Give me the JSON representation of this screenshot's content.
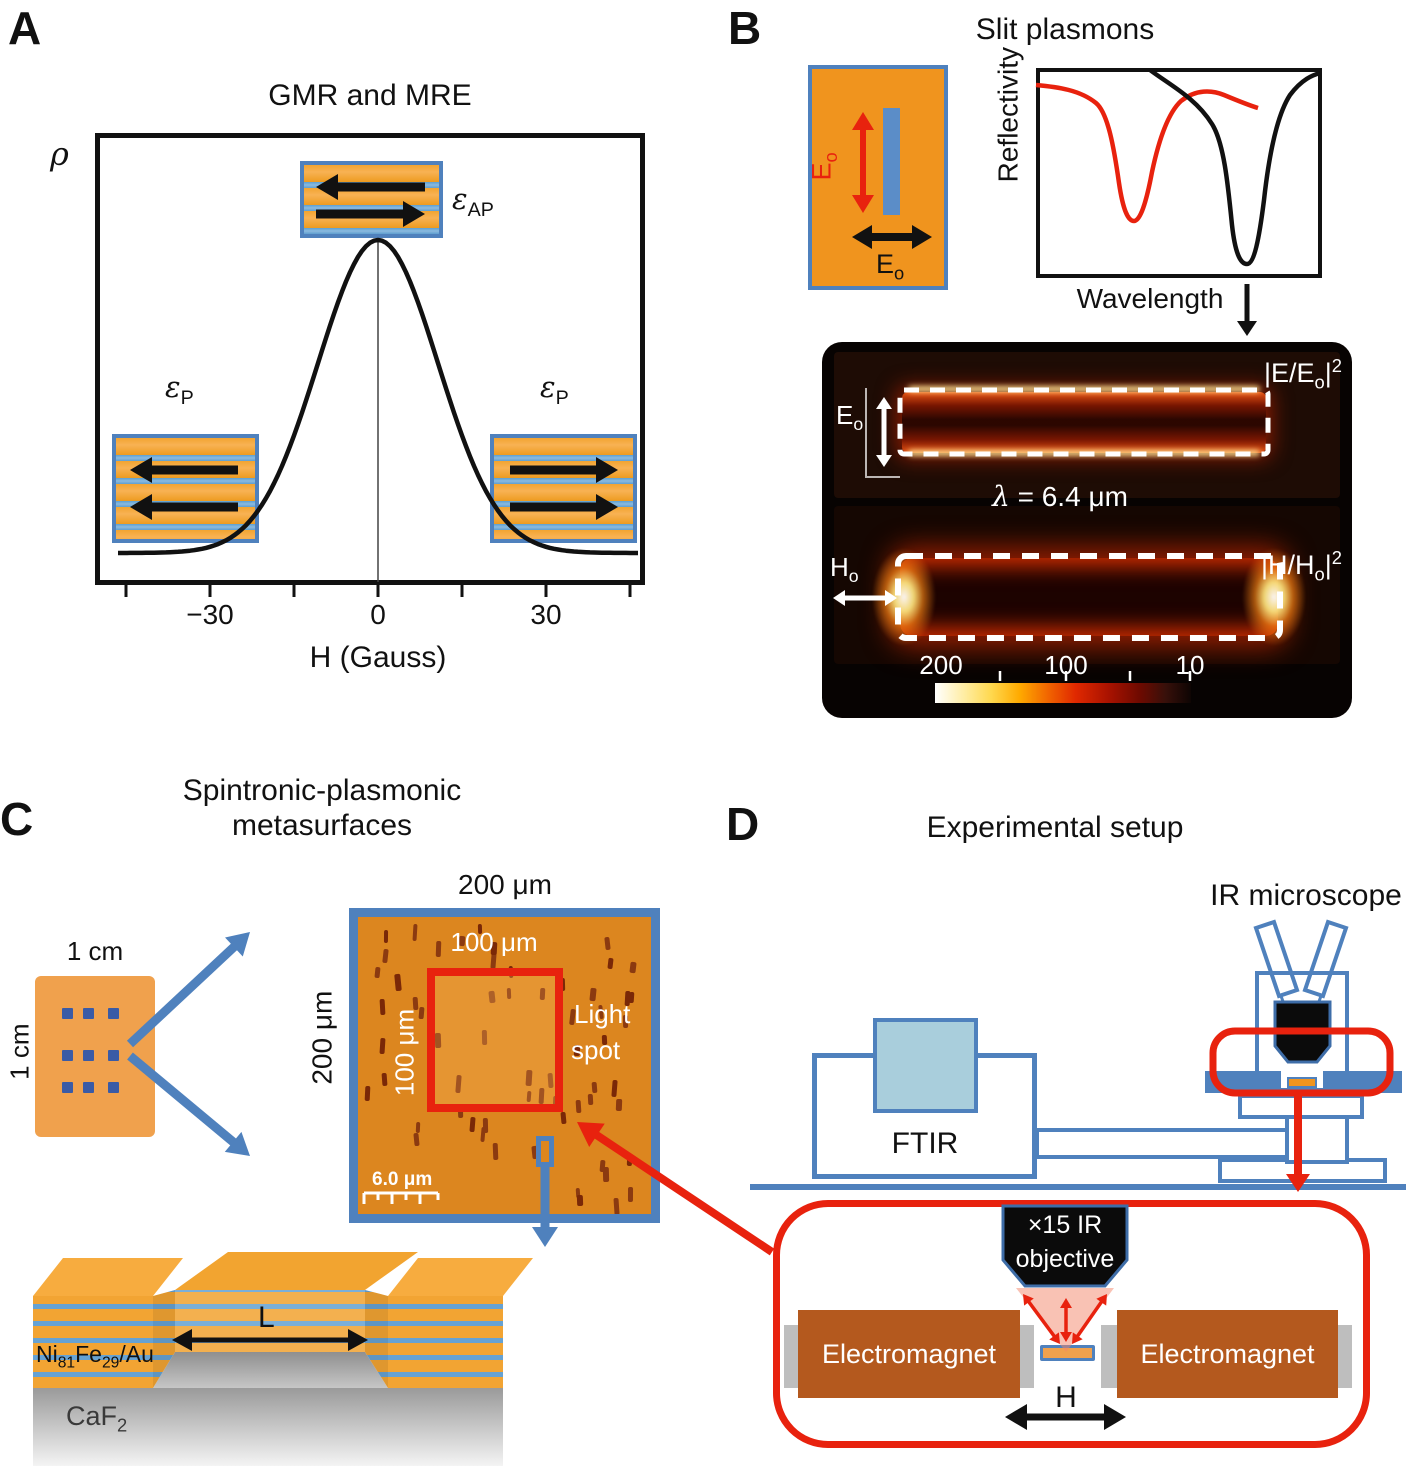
{
  "panelA": {
    "letter": "A",
    "title": "GMR and MRE",
    "rho": "ρ",
    "eps": "ε",
    "sub_ap": "AP",
    "sub_p": "P",
    "ticks": [
      "−30",
      "0",
      "30"
    ],
    "xlabel": "H (Gauss)"
  },
  "panelB": {
    "letter": "B",
    "title": "Slit plasmons",
    "E": "E",
    "o": "o",
    "H": "H",
    "reflectivity": "Reflectivity",
    "wavelength": "Wavelength",
    "emap_pre": "|E/E",
    "emap_close": "|",
    "emap_sup": "2",
    "hmap_pre": "|H/H",
    "hmap_close": "|",
    "hmap_sup": "2",
    "lambda_sym": "λ",
    "lambda_rest": " = 6.4 μm",
    "colorbar": [
      "200",
      "100",
      "10"
    ]
  },
  "panelC": {
    "letter": "C",
    "title1": "Spintronic-plasmonic",
    "title2": "metasurfaces",
    "cm_top": "1 cm",
    "cm_side": "1 cm",
    "um200_top": "200 μm",
    "um200_side": "200 μm",
    "um100_top": "100 μm",
    "um100_side": "100 μm",
    "light1": "Light",
    "light2": "spot",
    "scalebar": "6.0 μm",
    "ni": "Ni",
    "ni_sub": "81",
    "fe": "Fe",
    "fe_sub": "29",
    "au": "/Au",
    "caf": "CaF",
    "caf_sub": "2",
    "L": "L"
  },
  "panelD": {
    "letter": "D",
    "title": "Experimental setup",
    "ir_microscope": "IR microscope",
    "ftir": "FTIR",
    "obj1": "×15 IR",
    "obj2": "objective",
    "electromagnet": "Electromagnet",
    "H": "H"
  },
  "colors": {
    "accent_blue": "#4F81BD",
    "orange": "#F0941E",
    "red": "#E8220E",
    "brown_magnet": "#B4591E",
    "light_blue": "#A9CEDC",
    "micrograph_orange": "#DC861F",
    "slit_brown": "#7A2807",
    "stack_orange": "#F2A433",
    "stack_blue": "#66A2D3"
  },
  "chart_data": [
    {
      "type": "line",
      "title": "GMR and MRE",
      "xlabel": "H (Gauss)",
      "ylabel": "ρ",
      "x_ticks": [
        -30,
        0,
        30
      ],
      "xlim": [
        -45,
        45
      ],
      "grid": false,
      "series": [
        {
          "name": "resistivity curve (black)",
          "shape": "bell peak centered at H = 0, flat tails",
          "peak_x": 0
        }
      ],
      "annotations": [
        "ε AP at peak",
        "ε P at negative tail",
        "ε P at positive tail"
      ]
    },
    {
      "type": "line",
      "title": "Slit plasmons",
      "xlabel": "Wavelength",
      "ylabel": "Reflectivity",
      "grid": false,
      "series": [
        {
          "name": "red curve",
          "shape": "reflectivity dip at shorter wavelength, shallower"
        },
        {
          "name": "black curve",
          "shape": "reflectivity dip at longer wavelength, deeper; dip marked with arrow to field maps"
        }
      ],
      "field_maps": {
        "labels": [
          "|E/Eo|2",
          "|H/Ho|2"
        ],
        "wavelength": "λ = 6.4 μm",
        "colorbar_values": [
          200,
          100,
          10
        ]
      }
    }
  ]
}
